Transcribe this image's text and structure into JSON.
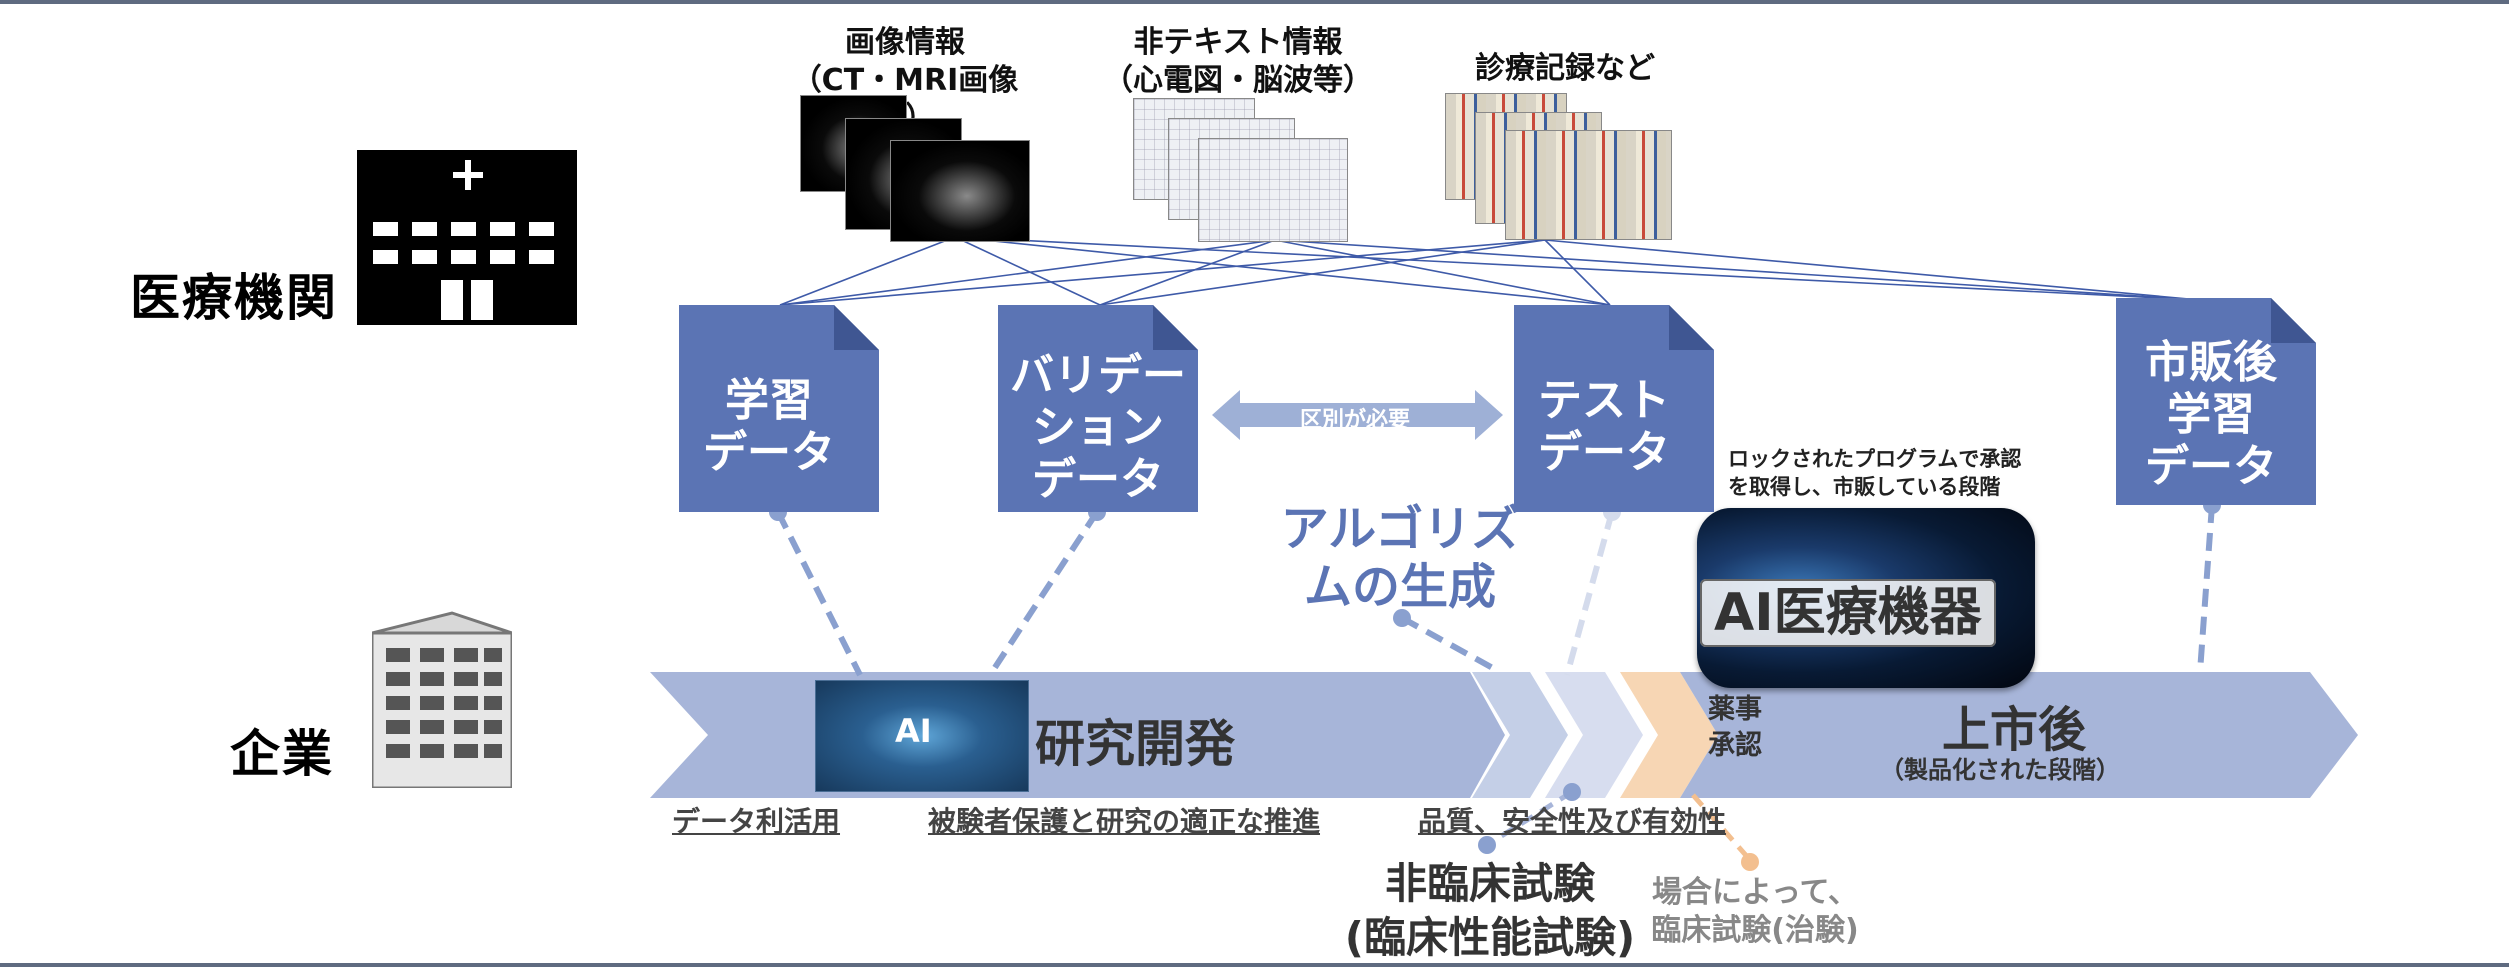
{
  "institution_label": "医療機関",
  "company_label": "企業",
  "sources": [
    {
      "title": "画像情報",
      "subtitle": "（CT・MRI画像等）"
    },
    {
      "title": "非テキスト情報",
      "subtitle": "（心電図・脳波等）"
    },
    {
      "title": "診療記録など",
      "subtitle": ""
    }
  ],
  "documents": {
    "training": "学習\nデータ",
    "validation": "バリデー\nション\nデータ",
    "test": "テスト\nデータ",
    "postmarket": "市販後\n学習\nデータ"
  },
  "distinction_label": "区別が必要",
  "algorithm_label": "アルゴリズ\nムの生成",
  "locked_note": "ロックされたプログラムで承認\nを取得し、市販している段階",
  "ai_device_label": "AI医療機器",
  "ai_thumb_label": "AI",
  "rd_label": "研究開発",
  "approval_label": "薬事\n承認",
  "postmarket_label": "上市後",
  "postmarket_sub": "（製品化された段階）",
  "bottom_items": {
    "data_use": "データ利活用",
    "subject_protection": "被験者保護と研究の適正な推進",
    "quality": "品質、安全性及び有効性"
  },
  "nonclinical": "非臨床試験\n(臨床性能試験)",
  "clinical": "場合によって、\n臨床試験(治験)",
  "colors": {
    "doc_fill": "#5b74b4",
    "timeline_fill": "#a7b5d9",
    "chevron_orange": "#f7d6b4",
    "line_blue": "#3e5aa8",
    "dash_blue": "#8aa0cf",
    "dash_orange": "#f3bf8f"
  }
}
